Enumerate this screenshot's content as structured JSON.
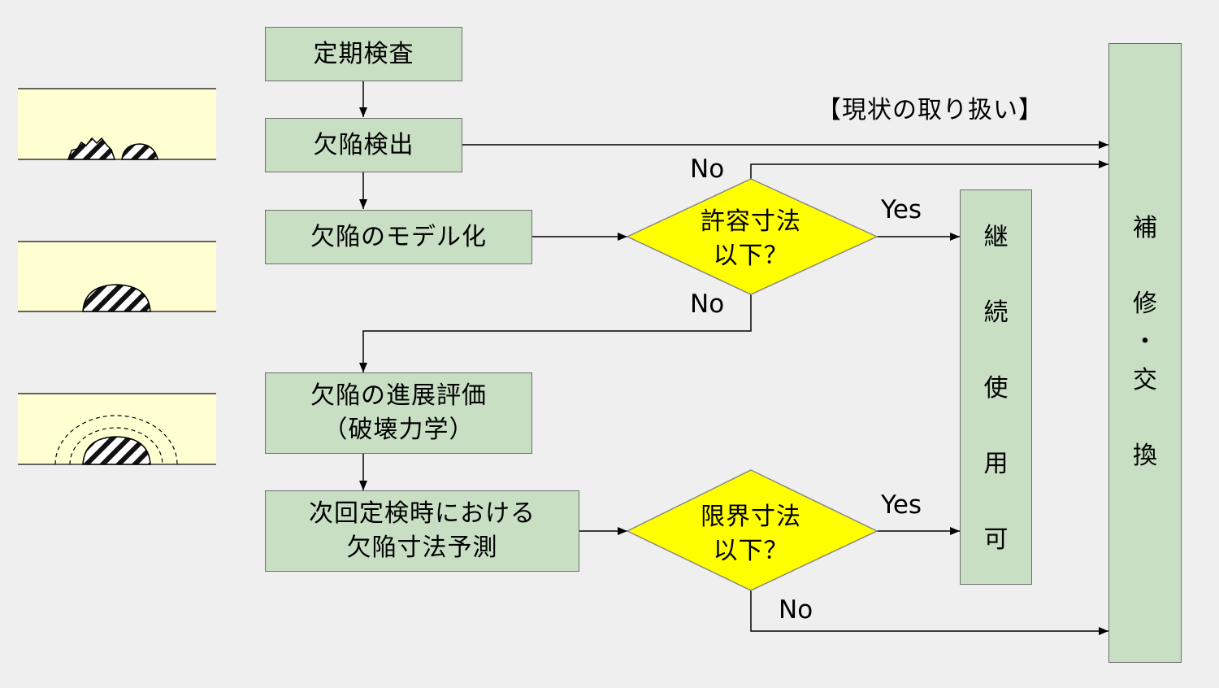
{
  "steps": {
    "inspection": "定期検査",
    "detection": "欠陥検出",
    "modeling": "欠陥のモデル化",
    "growth_line1": "欠陥の進展評価",
    "growth_line2": "（破壊力学）",
    "prediction_line1": "次回定検時における",
    "prediction_line2": "欠陥寸法予測"
  },
  "decisions": {
    "allowable_line1": "許容寸法",
    "allowable_line2": "以下？",
    "limit_line1": "限界寸法",
    "limit_line2": "以下？"
  },
  "outcomes": {
    "continue_chars": [
      "継",
      "続",
      "使",
      "用",
      "可"
    ],
    "repair_chars": [
      "補",
      "修",
      "・",
      "交",
      "換"
    ]
  },
  "branch_labels": {
    "no_top": "No",
    "no_middle": "No",
    "no_bottom": "No",
    "yes_top": "Yes",
    "yes_bottom": "Yes"
  },
  "current_practice_label": "【現状の取り扱い】",
  "colors": {
    "background": "#efefef",
    "process_box": "#c8dfc4",
    "decision_fill": "#ffff00",
    "specimen_fill": "#ffffd2",
    "line": "#000000"
  }
}
